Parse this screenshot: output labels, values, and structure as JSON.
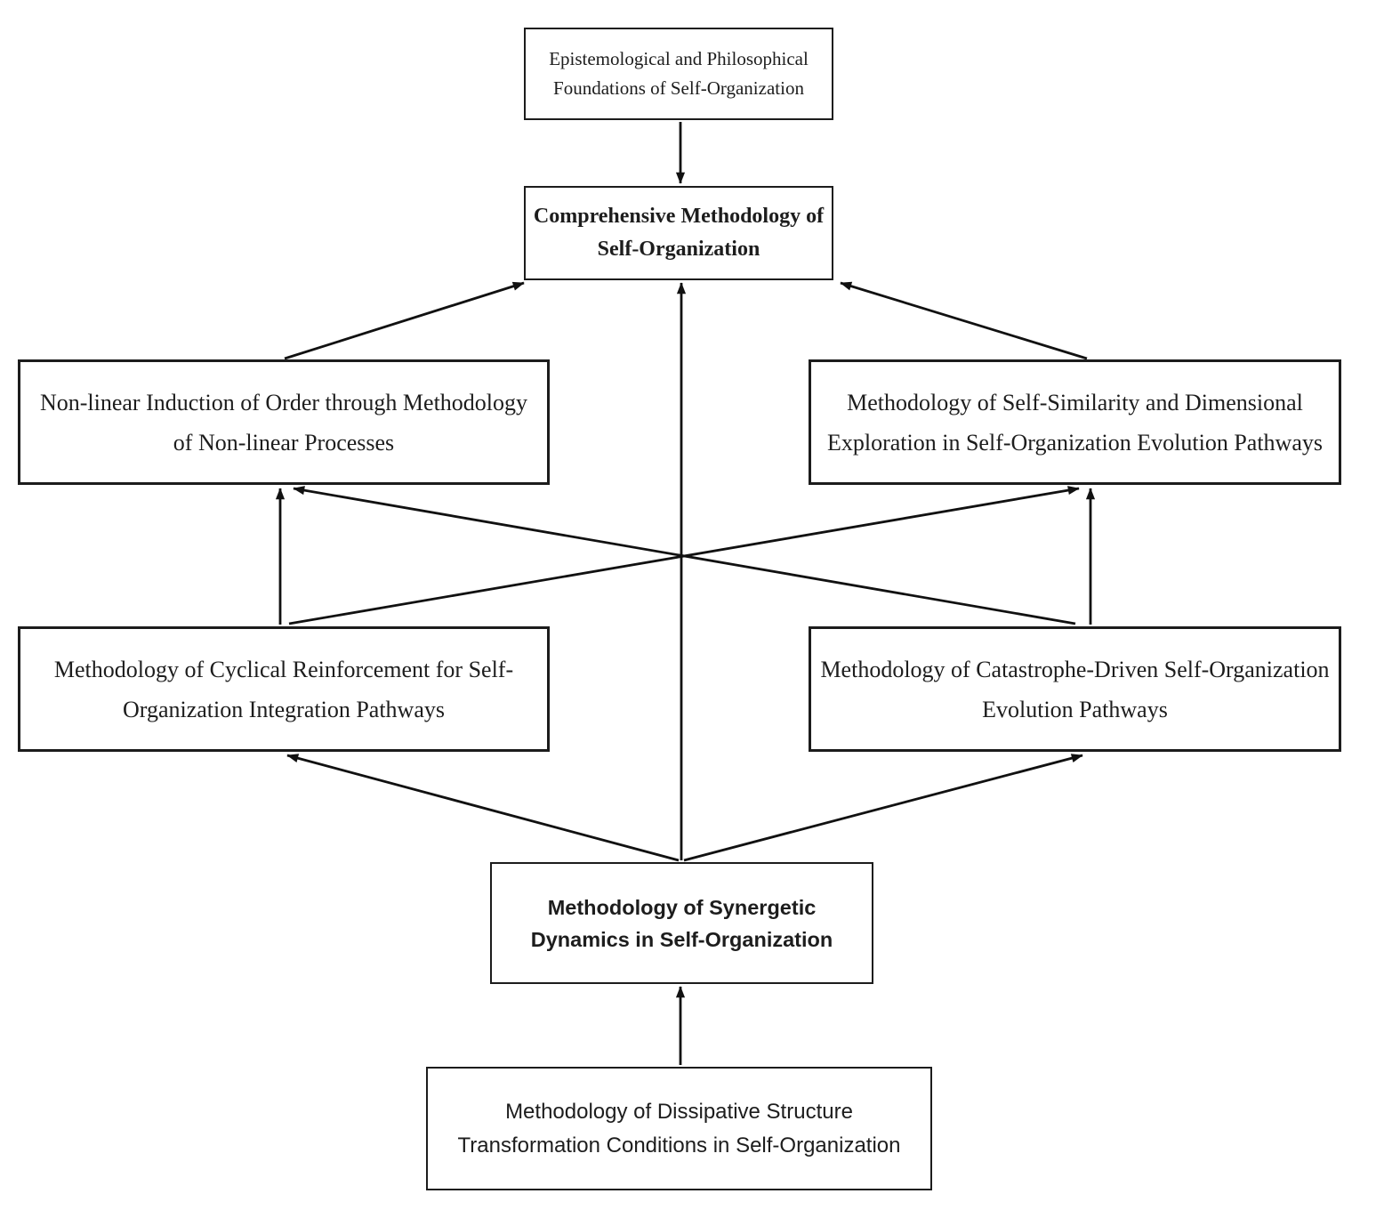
{
  "page": {
    "background_color": "#ffffff",
    "ink_color": "#1c1c1c"
  },
  "diagram": {
    "nodes": {
      "epistemological": {
        "line1": "Epistemological and Philosophical",
        "line2": "Foundations of Self-Organization",
        "style": "serif-regular"
      },
      "comprehensive": {
        "line1": "Comprehensive Methodology of",
        "line2": "Self-Organization",
        "style": "serif-bold"
      },
      "nonlinear": {
        "line1": "Non-linear Induction of Order through Methodology",
        "line2": "of Non-linear Processes",
        "style": "serif-regular"
      },
      "self_similarity": {
        "line1": "Methodology of Self-Similarity and Dimensional",
        "line2": "Exploration in Self-Organization Evolution Pathways",
        "style": "serif-regular"
      },
      "cyclical": {
        "line1": "Methodology of Cyclical Reinforcement for Self-",
        "line2": "Organization Integration Pathways",
        "style": "serif-regular"
      },
      "catastrophe": {
        "line1": "Methodology of Catastrophe-Driven Self-Organization",
        "line2": "Evolution Pathways",
        "style": "serif-regular"
      },
      "synergetic": {
        "line1": "Methodology of Synergetic",
        "line2": "Dynamics in Self-Organization",
        "style": "sans-bold"
      },
      "dissipative": {
        "line1": "Methodology of Dissipative Structure",
        "line2": "Transformation Conditions in Self-Organization",
        "style": "sans-regular"
      }
    },
    "edges": [
      {
        "from": "epistemological",
        "to": "comprehensive"
      },
      {
        "from": "nonlinear",
        "to": "comprehensive"
      },
      {
        "from": "self_similarity",
        "to": "comprehensive"
      },
      {
        "from": "synergetic",
        "to": "comprehensive"
      },
      {
        "from": "cyclical",
        "to": "nonlinear"
      },
      {
        "from": "catastrophe",
        "to": "self_similarity"
      },
      {
        "from": "cyclical",
        "to": "self_similarity"
      },
      {
        "from": "catastrophe",
        "to": "nonlinear"
      },
      {
        "from": "synergetic",
        "to": "cyclical"
      },
      {
        "from": "synergetic",
        "to": "catastrophe"
      },
      {
        "from": "dissipative",
        "to": "synergetic"
      }
    ]
  }
}
